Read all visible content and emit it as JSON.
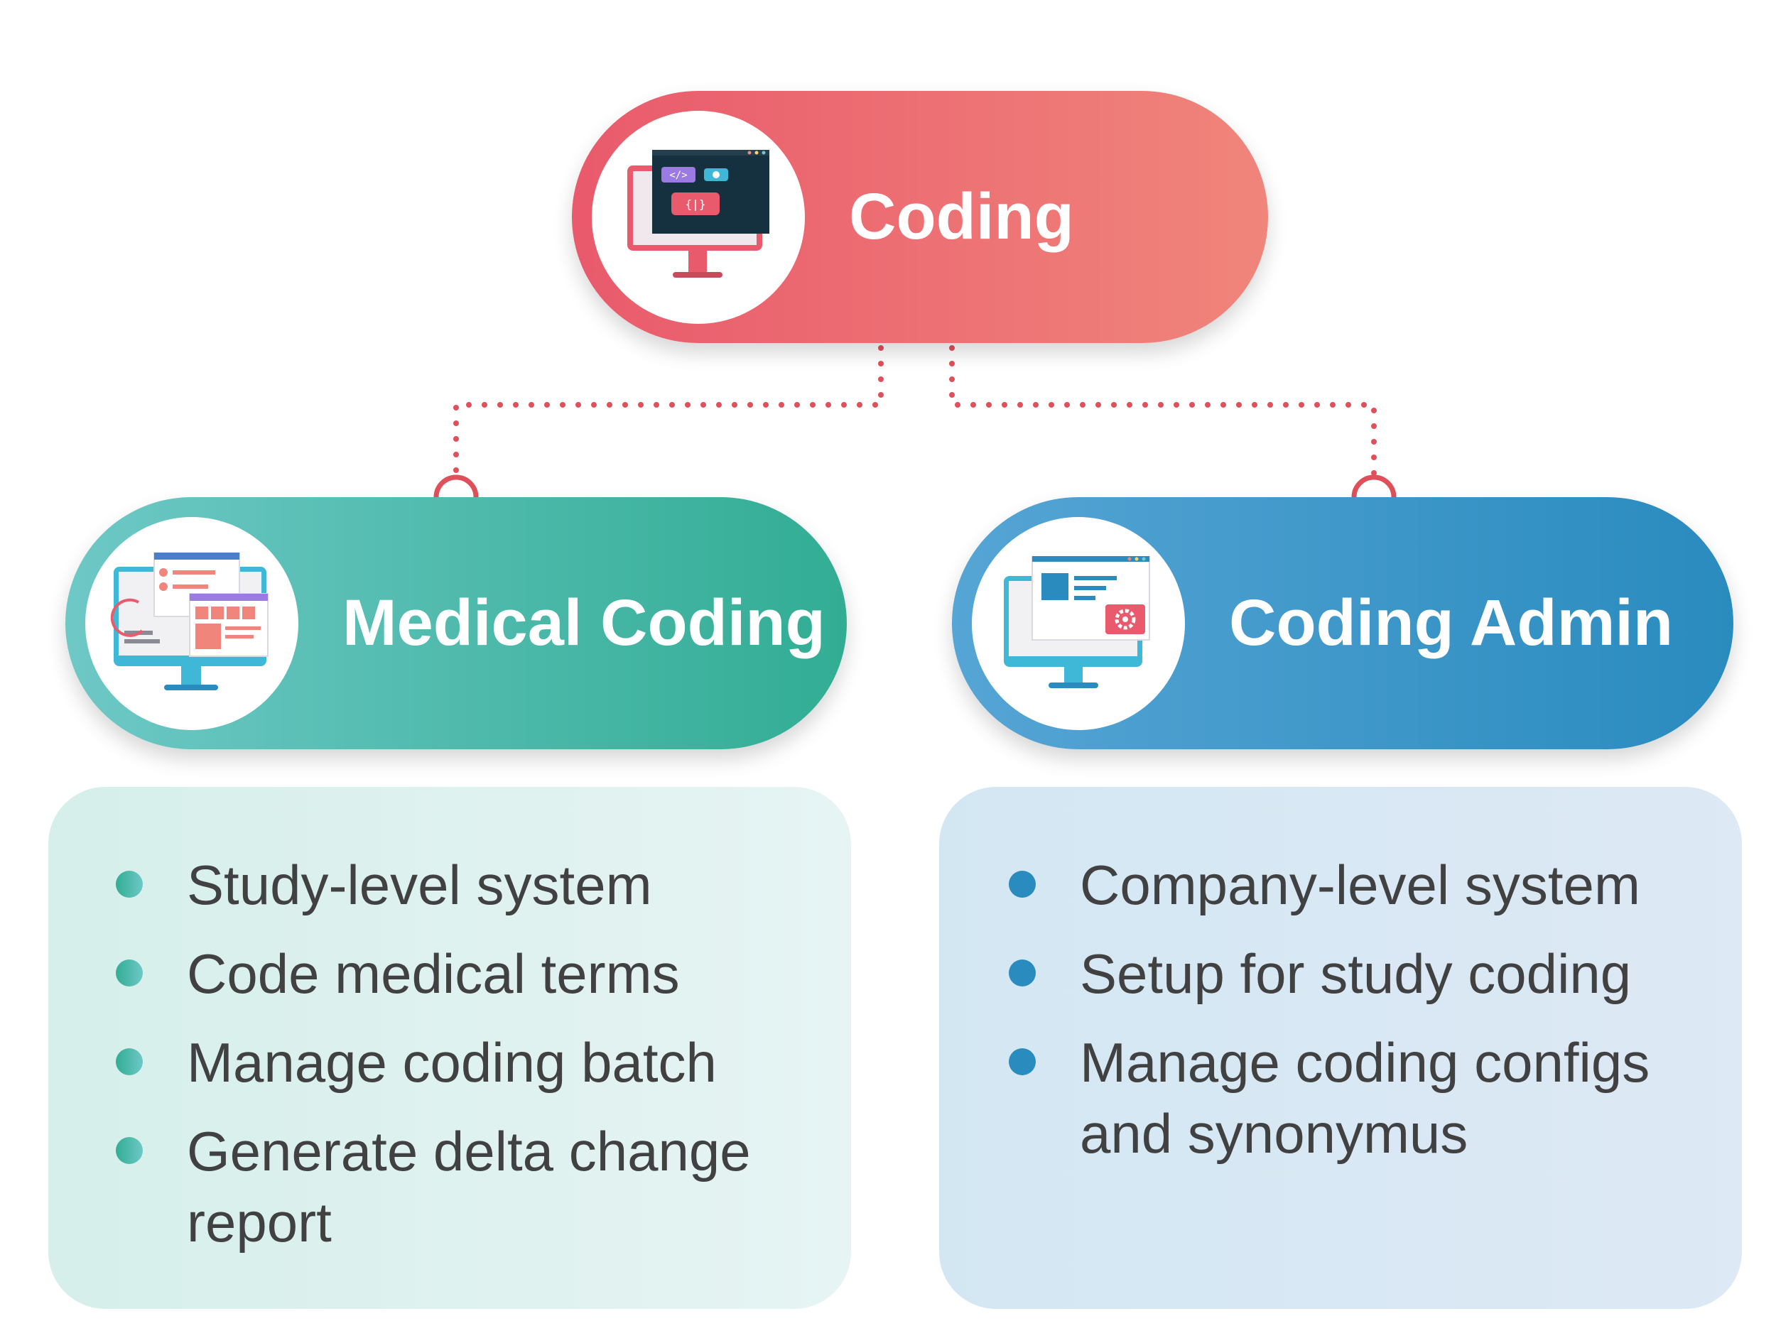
{
  "root": {
    "title": "Coding",
    "icon": "code-monitor-icon"
  },
  "branches": [
    {
      "title": "Medical Coding",
      "icon": "medical-dashboard-monitor-icon",
      "items": [
        "Study-level system",
        "Code medical terms",
        "Manage coding batch",
        "Generate delta change report"
      ]
    },
    {
      "title": "Coding Admin",
      "icon": "settings-monitor-icon",
      "items": [
        "Company-level system",
        "Setup for study coding",
        "Manage coding configs and synonymus"
      ]
    }
  ],
  "colors": {
    "root": "#e95a6c",
    "medical": "#32ad94",
    "admin": "#2a8bbe",
    "connector": "#e0505b",
    "text": "#414141"
  }
}
